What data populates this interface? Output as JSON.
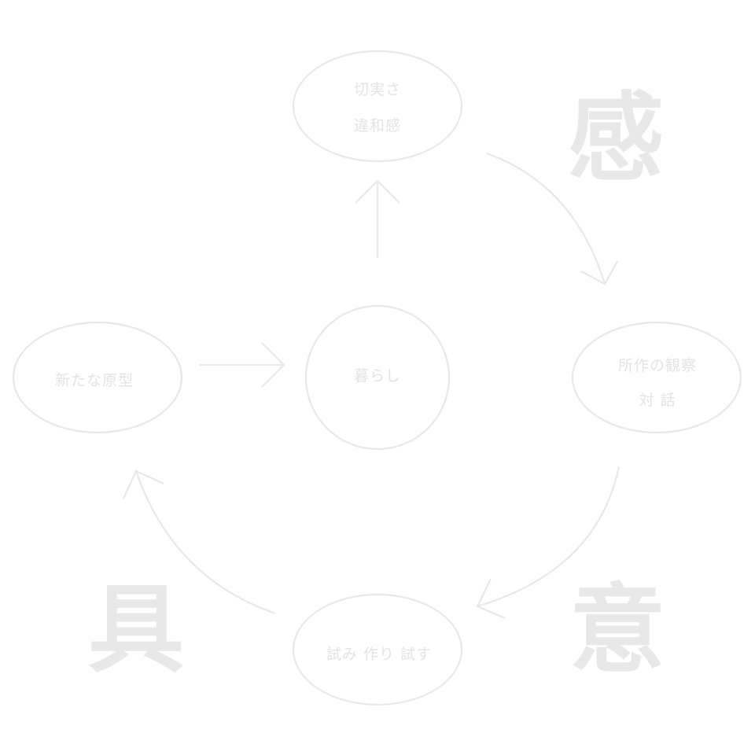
{
  "diagram": {
    "nodes": {
      "top": {
        "lines": [
          "切実さ",
          "違和感"
        ]
      },
      "right": {
        "lines": [
          "所作の観察",
          "対 話"
        ]
      },
      "bottom": {
        "lines": [
          "試み 作り 試す"
        ]
      },
      "left": {
        "lines": [
          "新たな原型"
        ]
      },
      "center": {
        "lines": [
          "暮らし"
        ]
      }
    },
    "phase_labels": {
      "kan": "感",
      "i": "意",
      "gu": "具"
    },
    "colors": {
      "stroke": "#e8e8e8",
      "text": "#e3e3e3",
      "background": "#ffffff"
    }
  }
}
